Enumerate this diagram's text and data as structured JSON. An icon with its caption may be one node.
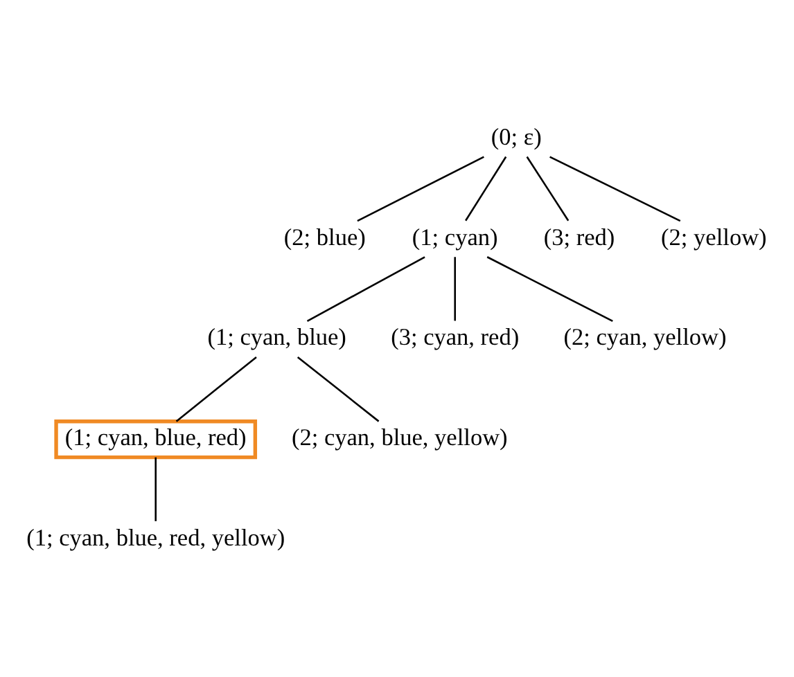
{
  "diagram": {
    "nodes": [
      {
        "text": [
          "(0; ε)"
        ]
      },
      {
        "text": [
          "(2; blue)"
        ]
      },
      {
        "text": [
          "(1; cyan)"
        ]
      },
      {
        "text": [
          "(3; red)"
        ]
      },
      {
        "text": [
          "(2; yellow)"
        ]
      },
      {
        "text": [
          "(1; cyan, blue)"
        ]
      },
      {
        "text": [
          "(3; cyan, red)"
        ]
      },
      {
        "text": [
          "(2; cyan, yellow)"
        ]
      },
      {
        "text": [
          "(1; cyan, blue, red)"
        ]
      },
      {
        "text": [
          "(2; cyan, blue, yellow)"
        ]
      },
      {
        "text": [
          "(1; cyan, blue, red, yellow)"
        ]
      }
    ],
    "edges": [
      {
        "from": 0,
        "to": 1,
        "arrow": "none"
      },
      {
        "from": 0,
        "to": 2,
        "arrow": "none"
      },
      {
        "from": 0,
        "to": 3,
        "arrow": "none"
      },
      {
        "from": 0,
        "to": 4,
        "arrow": "none"
      },
      {
        "from": 2,
        "to": 5,
        "arrow": "none"
      },
      {
        "from": 2,
        "to": 6,
        "arrow": "none"
      },
      {
        "from": 2,
        "to": 7,
        "arrow": "none"
      },
      {
        "from": 5,
        "to": 8,
        "arrow": "none"
      },
      {
        "from": 5,
        "to": 9,
        "arrow": "none"
      },
      {
        "from": 8,
        "to": 10,
        "arrow": "none"
      }
    ]
  }
}
